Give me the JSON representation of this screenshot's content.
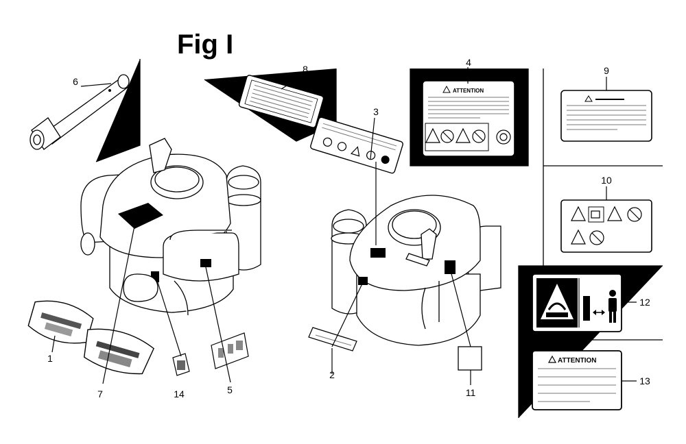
{
  "figure": {
    "title": "Fig I",
    "warning_heading": "ATTENTION"
  },
  "callouts": [
    "1",
    "2",
    "3",
    "4",
    "5",
    "6",
    "7",
    "8",
    "9",
    "10",
    "11",
    "12",
    "13",
    "14"
  ]
}
